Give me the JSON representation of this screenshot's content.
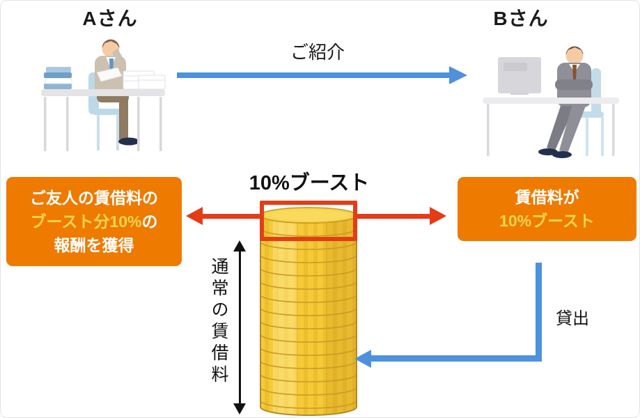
{
  "diagram": {
    "person_a": {
      "name": "Aさん"
    },
    "person_b": {
      "name": "Bさん"
    },
    "referral_arrow_label": "ご紹介",
    "boost_title": "10%ブースト",
    "left_box": {
      "line1": "ご友人の賃借料の",
      "line2_highlight": "ブースト分10%",
      "line2_tail": "の",
      "line3": "報酬を獲得"
    },
    "right_box": {
      "line1": "賃借料が",
      "line2": "10%ブースト"
    },
    "coin_stack_label": "通常の賃借料",
    "lend_label": "貸出",
    "colors": {
      "accent_blue": "#4F91DC",
      "accent_red": "#E43C17",
      "box_orange": "#EF7A00",
      "highlight_yellow": "#F8D44E",
      "coin_gold": "#F2C433"
    }
  }
}
